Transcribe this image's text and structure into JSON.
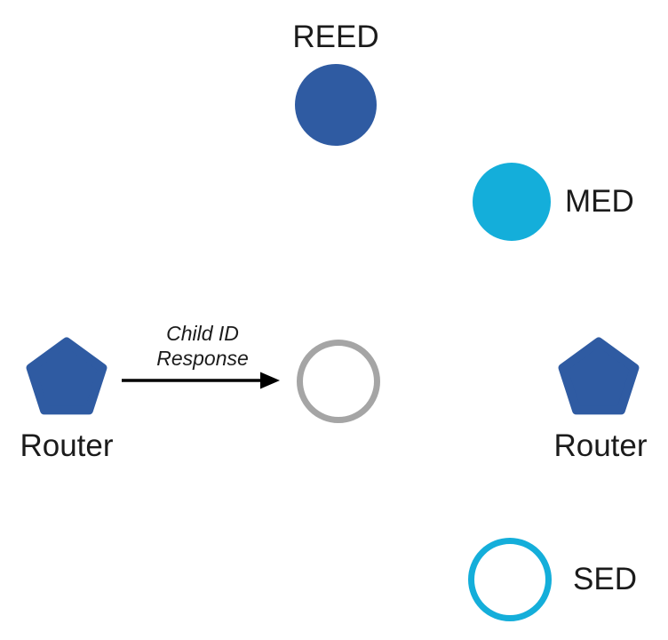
{
  "colors": {
    "router_blue": "#2F5BA2",
    "end_device_cyan": "#14AEDA",
    "new_device_gray": "#A5A5A5",
    "arrow": "#000000",
    "label_text": "#1b1b1b",
    "background": "#FFFFFF"
  },
  "nodes": [
    {
      "id": "reed",
      "label": "REED",
      "shape": "circle",
      "style": "filled",
      "color_key": "router_blue"
    },
    {
      "id": "med",
      "label": "MED",
      "shape": "circle",
      "style": "filled",
      "color_key": "end_device_cyan"
    },
    {
      "id": "router-left",
      "label": "Router",
      "shape": "pentagon",
      "style": "filled",
      "color_key": "router_blue"
    },
    {
      "id": "new-device",
      "label": "",
      "shape": "circle",
      "style": "outline",
      "color_key": "new_device_gray"
    },
    {
      "id": "router-right",
      "label": "Router",
      "shape": "pentagon",
      "style": "filled",
      "color_key": "router_blue"
    },
    {
      "id": "sed",
      "label": "SED",
      "shape": "circle",
      "style": "outline",
      "color_key": "end_device_cyan"
    }
  ],
  "edge": {
    "from": "router-left",
    "to": "new-device",
    "label": "Child ID\nResponse"
  }
}
